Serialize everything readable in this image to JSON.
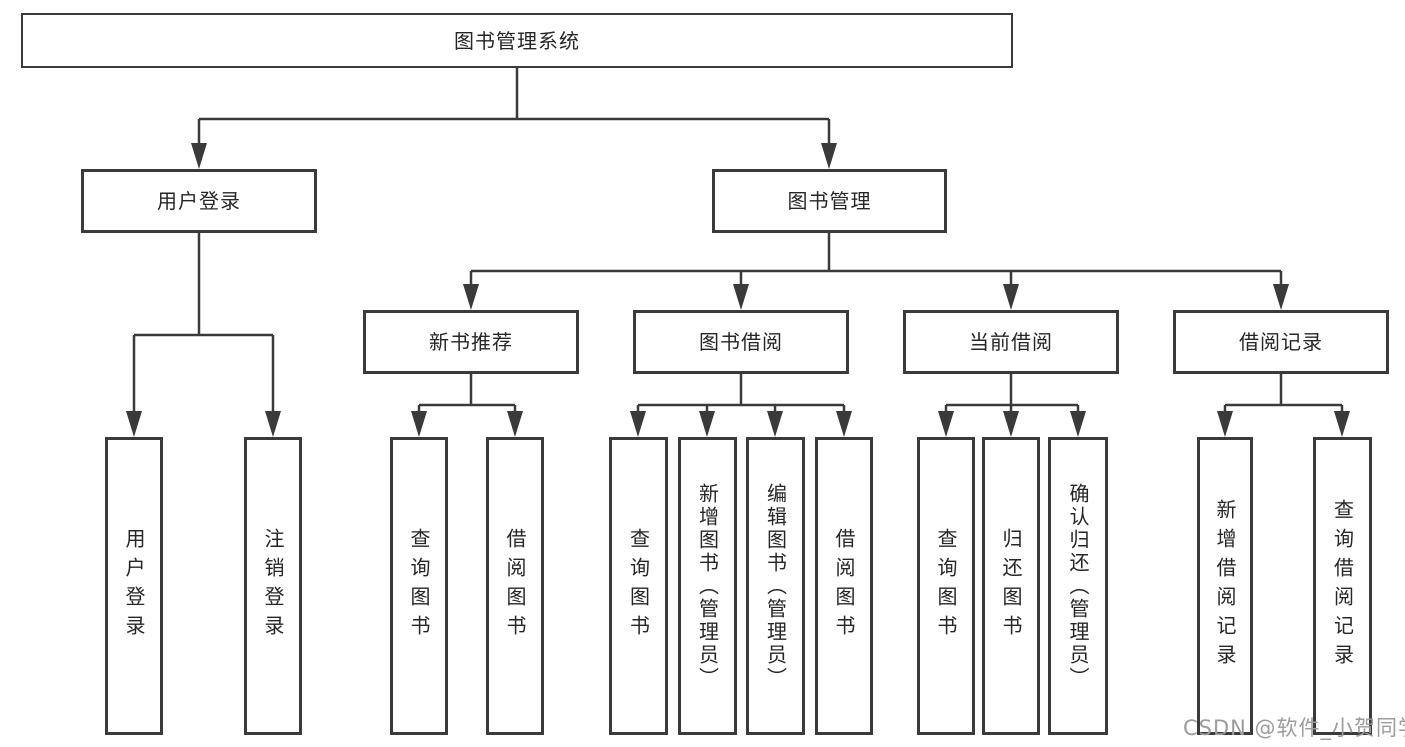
{
  "tree": {
    "label": "图书管理系统",
    "children": [
      {
        "label": "用户登录",
        "children": [
          {
            "label": "用户登录"
          },
          {
            "label": "注销登录"
          }
        ]
      },
      {
        "label": "图书管理",
        "children": [
          {
            "label": "新书推荐",
            "children": [
              {
                "label": "查询图书"
              },
              {
                "label": "借阅图书"
              }
            ]
          },
          {
            "label": "图书借阅",
            "children": [
              {
                "label": "查询图书"
              },
              {
                "label": "新增图书（管理员）"
              },
              {
                "label": "编辑图书（管理员）"
              },
              {
                "label": "借阅图书"
              }
            ]
          },
          {
            "label": "当前借阅",
            "children": [
              {
                "label": "查询图书"
              },
              {
                "label": "归还图书"
              },
              {
                "label": "确认归还（管理员）"
              }
            ]
          },
          {
            "label": "借阅记录",
            "children": [
              {
                "label": "新增借阅记录"
              },
              {
                "label": "查询借阅记录"
              }
            ]
          }
        ]
      }
    ]
  },
  "watermark": {
    "text": "CSDN @软件_小贺同学"
  },
  "colors": {
    "line": "#3a3a3a",
    "text": "#262626",
    "bg": "#ffffff",
    "wm": "#9c9c9c"
  }
}
